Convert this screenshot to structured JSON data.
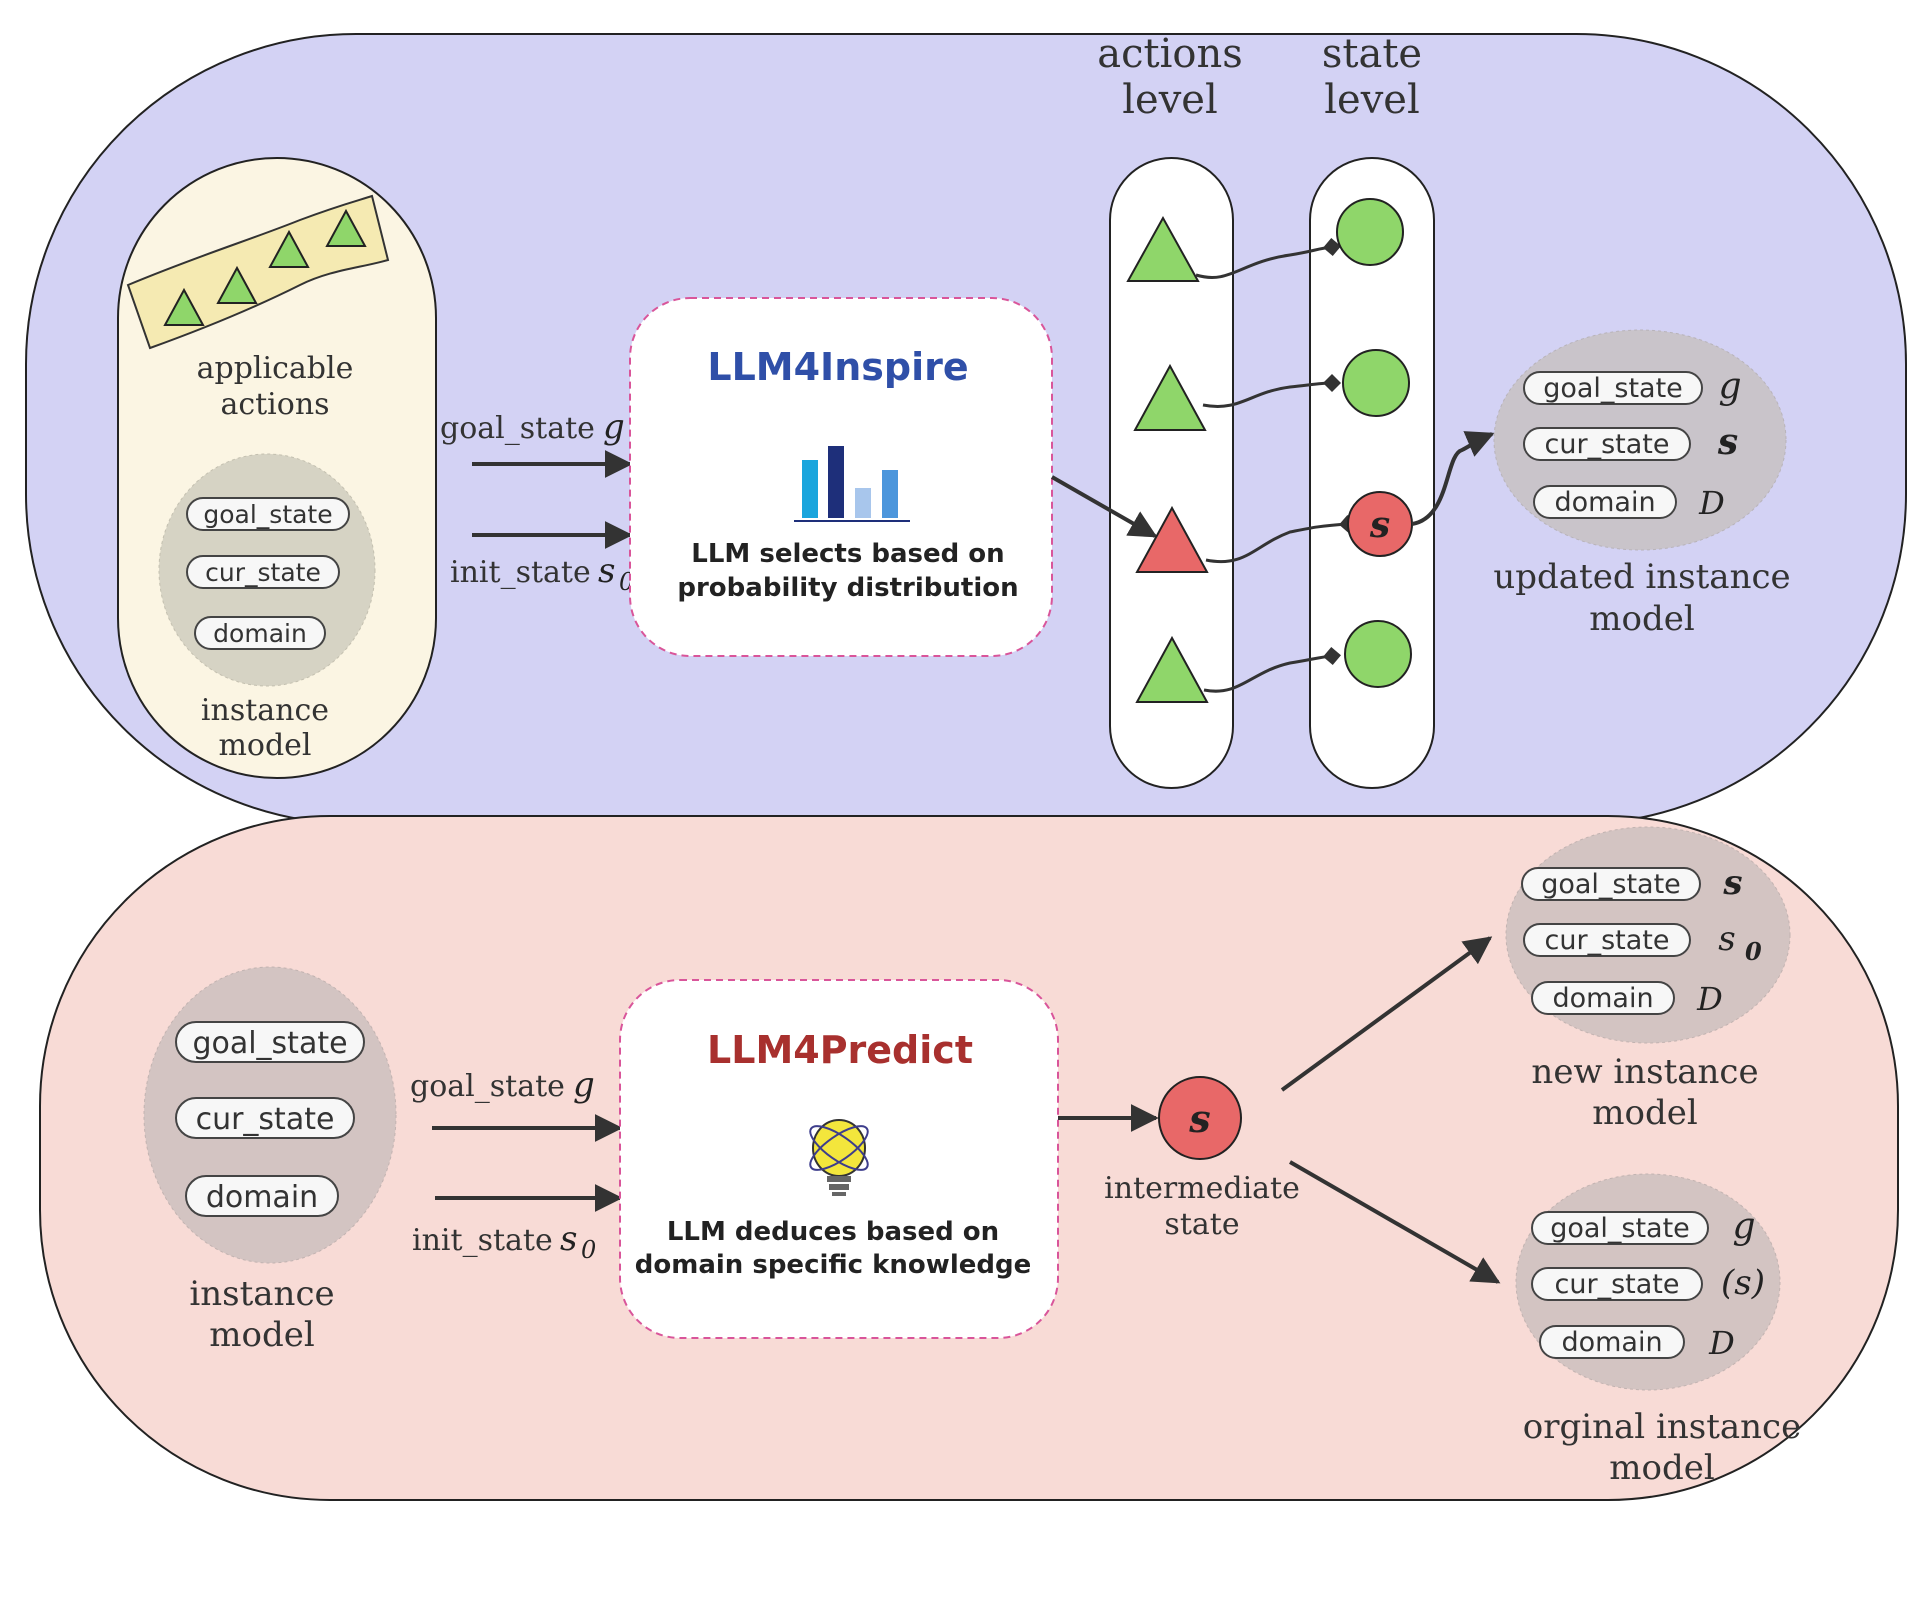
{
  "top_panel": {
    "applicable_actions": {
      "line1": "applicable",
      "line2": "actions"
    },
    "instance_model": {
      "fields": [
        "goal_state",
        "cur_state",
        "domain"
      ],
      "label_line1": "instance",
      "label_line2": "model"
    },
    "goal_arrow": {
      "text": "goal_state",
      "symbol": "g"
    },
    "init_arrow": {
      "text": "init_state",
      "symbol": "s",
      "subscript": "0"
    },
    "llm_box": {
      "title": "LLM4Inspire",
      "title_color": "#2f4fa8",
      "icon": "bar-chart-icon",
      "desc_line1": "LLM selects based on",
      "desc_line2": "probability distribution"
    },
    "actions_level": {
      "line1": "actions",
      "line2": "level"
    },
    "state_level": {
      "line1": "state",
      "line2": "level"
    },
    "selected_state_symbol": "s",
    "updated_model": {
      "fields": [
        {
          "name": "goal_state",
          "value": "g"
        },
        {
          "name": "cur_state",
          "value": "s"
        },
        {
          "name": "domain",
          "value": "D"
        }
      ],
      "label_line1": "updated instance",
      "label_line2": "model"
    },
    "background_color": "#d3d2f4"
  },
  "bottom_panel": {
    "instance_model": {
      "fields": [
        "goal_state",
        "cur_state",
        "domain"
      ],
      "label_line1": "instance",
      "label_line2": "model"
    },
    "goal_arrow": {
      "text": "goal_state",
      "symbol": "g"
    },
    "init_arrow": {
      "text": "init_state",
      "symbol": "s",
      "subscript": "0"
    },
    "llm_box": {
      "title": "LLM4Predict",
      "title_color": "#a8302e",
      "icon": "lightbulb-atom-icon",
      "desc_line1": "LLM deduces based on",
      "desc_line2": "domain specific knowledge"
    },
    "intermediate_state": {
      "symbol": "s",
      "label_line1": "intermediate",
      "label_line2": "state"
    },
    "new_model": {
      "fields": [
        {
          "name": "goal_state",
          "value": "s"
        },
        {
          "name": "cur_state",
          "value": "s",
          "value_sub": "0"
        },
        {
          "name": "domain",
          "value": "D"
        }
      ],
      "label_line1": "new instance",
      "label_line2": "model"
    },
    "original_model": {
      "fields": [
        {
          "name": "goal_state",
          "value": "g"
        },
        {
          "name": "cur_state",
          "value": "(s)"
        },
        {
          "name": "domain",
          "value": "D"
        }
      ],
      "label_line1": "orginal instance",
      "label_line2": "model"
    },
    "background_color": "#f8dbd6"
  }
}
